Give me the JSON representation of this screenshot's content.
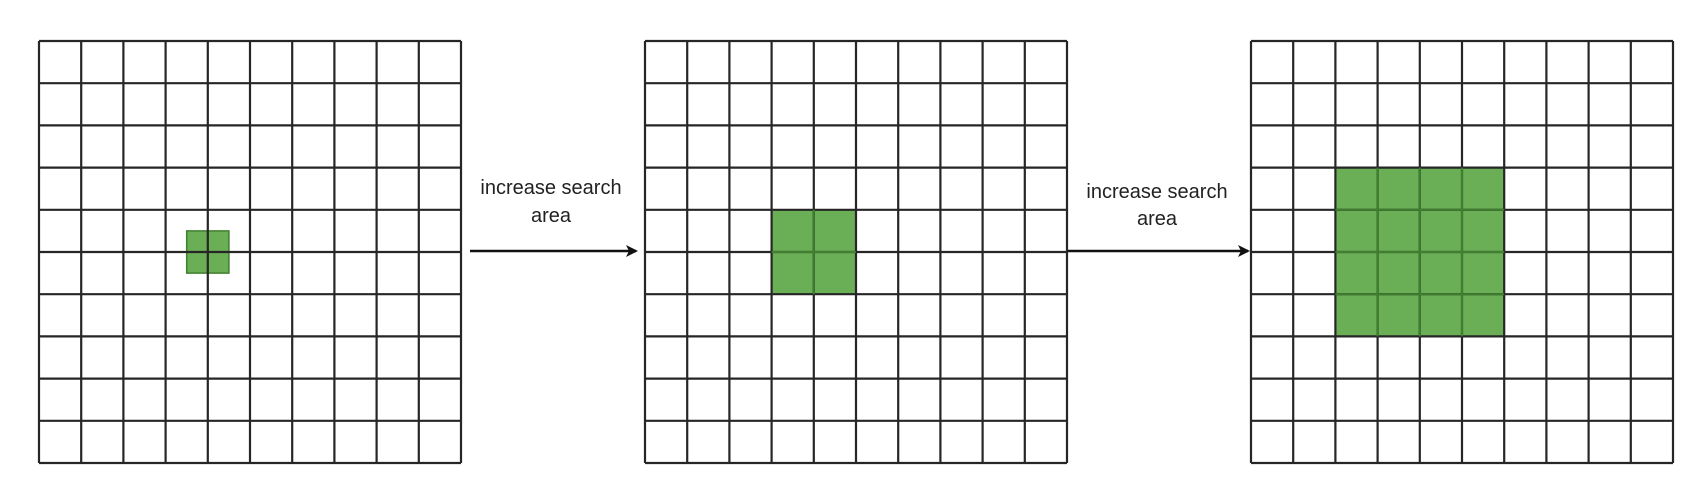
{
  "diagram": {
    "grid_size": 10,
    "grid_line_color": "#262626",
    "highlight_fill": "#6aaf56",
    "highlight_stroke": "#3f7f2f",
    "arrow_color": "#111111",
    "panels": [
      {
        "name": "grid-panel-1",
        "highlight": {
          "col_start": 3.5,
          "row_start": 4.5,
          "cols": 1,
          "rows": 1
        }
      },
      {
        "name": "grid-panel-2",
        "highlight": {
          "col_start": 3,
          "row_start": 4,
          "cols": 2,
          "rows": 2
        }
      },
      {
        "name": "grid-panel-3",
        "highlight": {
          "col_start": 2,
          "row_start": 3,
          "cols": 4,
          "rows": 4
        }
      }
    ],
    "arrows": [
      {
        "label_line1": "increase search",
        "label_line2": "area"
      },
      {
        "label_line1": "increase search",
        "label_line2": "area"
      }
    ]
  }
}
